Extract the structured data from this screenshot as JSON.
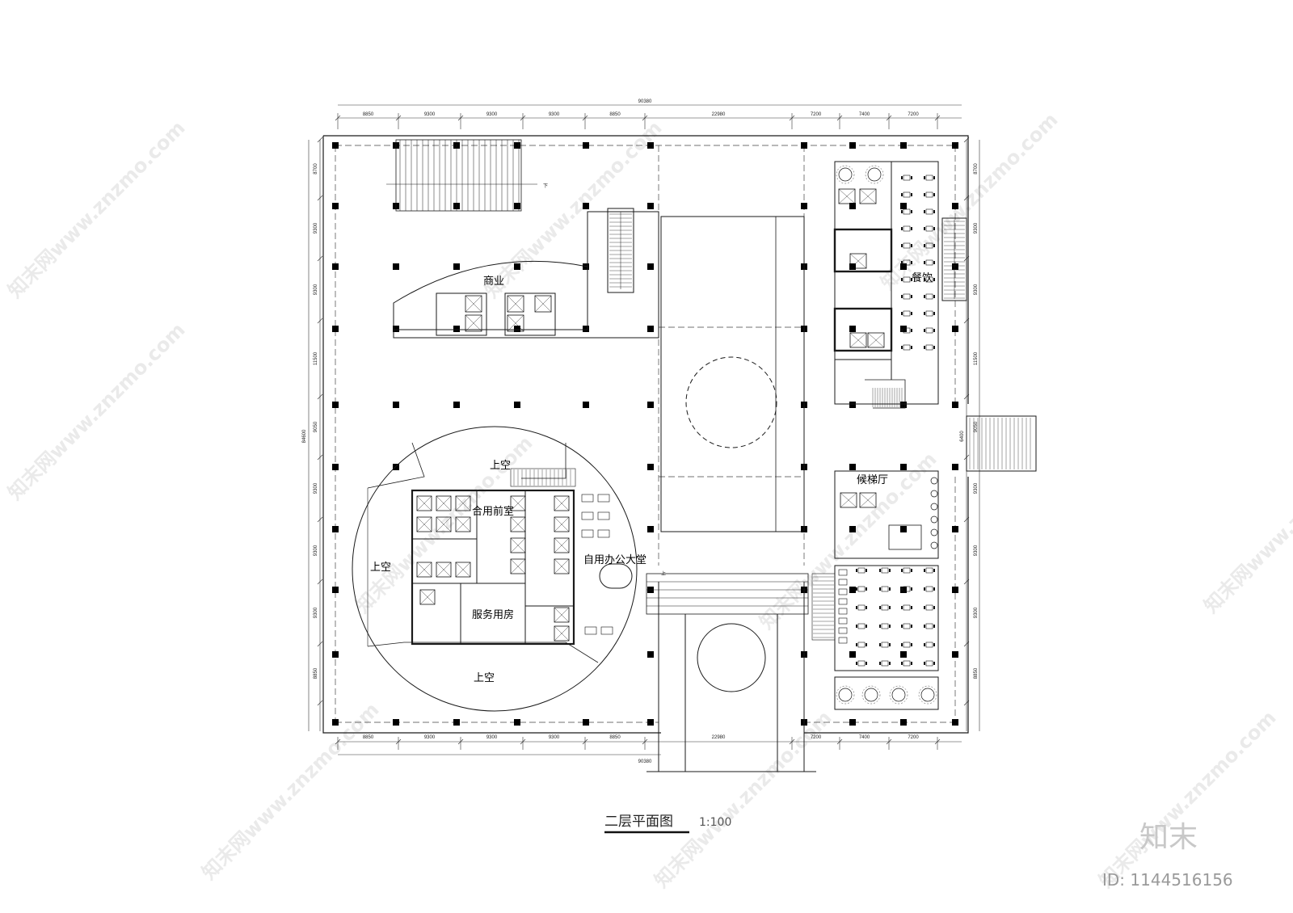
{
  "drawing": {
    "title": "二层平面图",
    "scale": "1:100"
  },
  "dimensions": {
    "total_width": "90380",
    "total_height": "84600",
    "top_segments": [
      "8850",
      "9300",
      "9300",
      "9300",
      "8850",
      "22980",
      "7200",
      "7400",
      "7200"
    ],
    "bottom_segments": [
      "8850",
      "9300",
      "9300",
      "9300",
      "8850",
      "22980",
      "7200",
      "7400",
      "7200"
    ],
    "left_segments": [
      "8700",
      "9300",
      "9300",
      "11500",
      "9050",
      "9300",
      "9300",
      "9300",
      "8850"
    ],
    "right_segments": [
      "8700",
      "9300",
      "9300",
      "11500",
      "9050",
      "9300",
      "9300",
      "9300",
      "8850"
    ],
    "bridge_width": "6400"
  },
  "rooms": {
    "commercial": "商业",
    "dining": "餐饮",
    "void_top": "上空",
    "void_left": "上空",
    "void_bottom": "上空",
    "shared_lobby": "合用前室",
    "office_lobby": "自用办公大堂",
    "service_room": "服务用房",
    "elevator_hall": "候梯厅"
  },
  "annotations": {
    "down": "下",
    "up": "上"
  },
  "watermark": {
    "site": "znzmo.com",
    "brand": "知末网www.znzmo.com",
    "logo": "知末",
    "id": "ID: 1144516156"
  },
  "colors": {
    "line": "#1a1a1a",
    "column": "#000000",
    "watermark": "#d9d9d9"
  }
}
